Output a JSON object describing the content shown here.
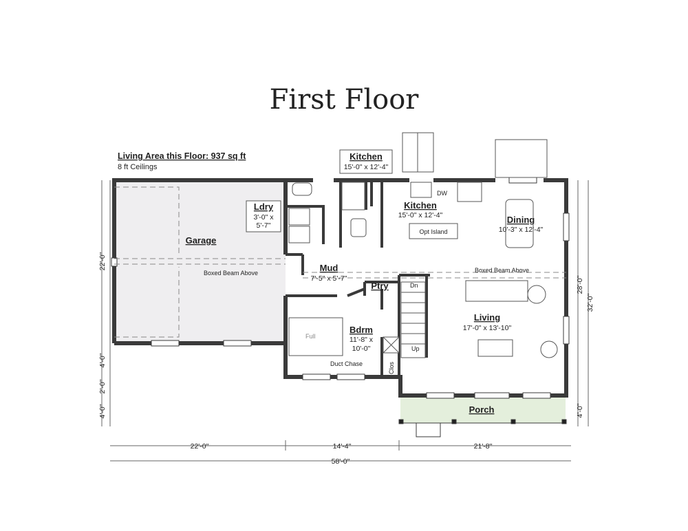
{
  "title": "First Floor",
  "summary": {
    "living_area": "Living Area this Floor: 937 sq ft",
    "ceilings": "8 ft Ceilings"
  },
  "rooms": {
    "kitchen_callout": {
      "name": "Kitchen",
      "dims": "15'-0\" x 12'-4\""
    },
    "kitchen": {
      "name": "Kitchen",
      "dims": "15'-0\" x 12'-4\""
    },
    "ldry": {
      "name": "Ldry",
      "dims1": "3'-0\" x",
      "dims2": "5'-7\""
    },
    "garage": {
      "name": "Garage"
    },
    "dining": {
      "name": "Dining",
      "dims": "10'-3\" x 12'-4\""
    },
    "mud": {
      "name": "Mud",
      "dims": "7'-5\" x 5'-7\""
    },
    "ptry": {
      "name": "Ptry"
    },
    "living": {
      "name": "Living",
      "dims": "17'-0\" x 13'-10\""
    },
    "bdrm": {
      "name": "Bdrm",
      "dims1": "11'-8\" x",
      "dims2": "10'-0\""
    },
    "porch": {
      "name": "Porch"
    },
    "clos": {
      "name": "Clos"
    }
  },
  "labels": {
    "opt_island": "Opt Island",
    "boxed_beam_garage": "Boxed Beam Above",
    "boxed_beam_living": "Boxed Beam Above",
    "dw": "DW",
    "full": "Full",
    "duct_chase": "Duct Chase",
    "dn": "Dn",
    "up": "Up"
  },
  "dimensions": {
    "left_22": "22'-0\"",
    "left_4a": "4'-0\"",
    "left_2": "2'-0\"",
    "left_4b": "4'-0\"",
    "right_28": "28'-0\"",
    "right_32": "32'-0\"",
    "right_4": "4'-0\"",
    "bottom_22": "22'-0\"",
    "bottom_14": "14'-4\"",
    "bottom_21": "21'-8\"",
    "bottom_total": "58'-0\""
  },
  "colors": {
    "wall": "#3a3a3a",
    "garage_fill": "#efeef0",
    "porch_fill": "#e4efdc",
    "text": "#222222"
  }
}
